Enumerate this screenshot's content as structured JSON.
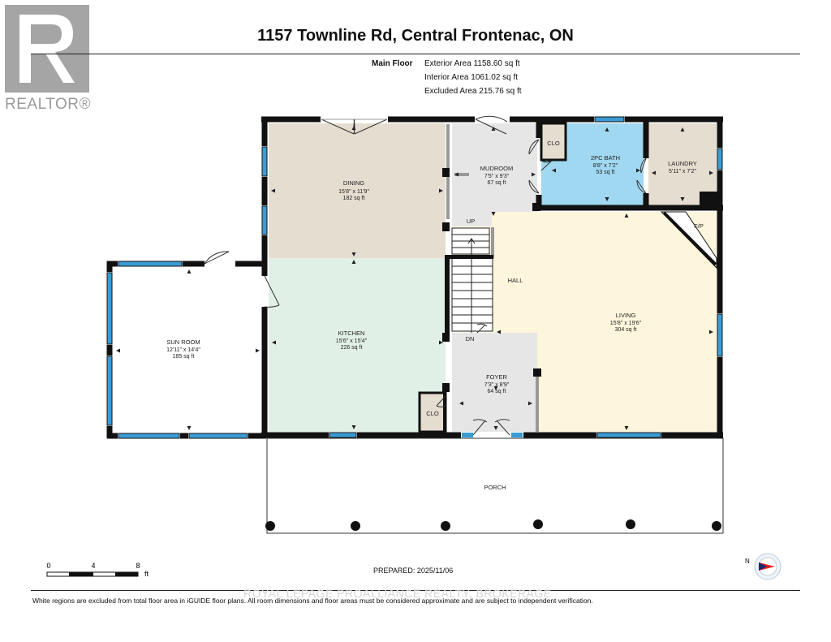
{
  "brand": {
    "name": "REALTOR®",
    "logo_letter": "R"
  },
  "title": "1157 Townline Rd, Central Frontenac, ON",
  "floor": {
    "name": "Main Floor",
    "areas": [
      "Exterior Area 1158.60 sq ft",
      "Interior Area 1061.02 sq ft",
      "Excluded Area 215.76 sq ft"
    ]
  },
  "rooms": {
    "dining": {
      "name": "DINING",
      "dims": "15'8\" x 11'9\"",
      "area": "182 sq ft"
    },
    "mudroom": {
      "name": "MUDROOM",
      "dims": "7'5\" x 9'3\"",
      "area": "67 sq ft"
    },
    "clo_upper": {
      "name": "CLO"
    },
    "bath": {
      "name": "2PC BATH",
      "dims": "8'8\" x 7'2\"",
      "area": "53 sq ft"
    },
    "laundry": {
      "name": "LAUNDRY",
      "dims": "5'11\" x 7'2\""
    },
    "fp": {
      "name": "F/P"
    },
    "up": {
      "name": "UP"
    },
    "hall": {
      "name": "HALL"
    },
    "sunroom": {
      "name": "SUN ROOM",
      "dims": "12'11\" x 14'4\"",
      "area": "185 sq ft"
    },
    "kitchen": {
      "name": "KITCHEN",
      "dims": "15'6\" x 15'4\"",
      "area": "226 sq ft"
    },
    "dn": {
      "name": "DN"
    },
    "living": {
      "name": "LIVING",
      "dims": "15'8\" x 19'6\"",
      "area": "304 sq ft"
    },
    "foyer": {
      "name": "FOYER",
      "dims": "7'3\" x 8'9\"",
      "area": "64 sq ft"
    },
    "clo_lower": {
      "name": "CLO"
    },
    "porch": {
      "name": "PORCH"
    }
  },
  "scale": {
    "ticks": [
      "0",
      "4",
      "8"
    ],
    "unit": "ft"
  },
  "compass": {
    "label": "N"
  },
  "prepared": "PREPARED: 2025/11/06",
  "watermark": "ROYAL LEPAGE PROALLIANCE REALTY, BROKERAGE",
  "disclaimer": "White regions are excluded from total floor area in iGUIDE floor plans. All room dimensions and floor areas must be considered approximate and are subject to independent verification.",
  "colors": {
    "dining": "#e5ddd0",
    "mudroom": "#e6e6e6",
    "bath": "#9fd8f0",
    "laundry": "#e5ddd0",
    "living": "#fdf6dc",
    "kitchen": "#e1f0e6",
    "foyer": "#e6e6e6",
    "wall": "#111111",
    "window": "#3b9bd3"
  }
}
